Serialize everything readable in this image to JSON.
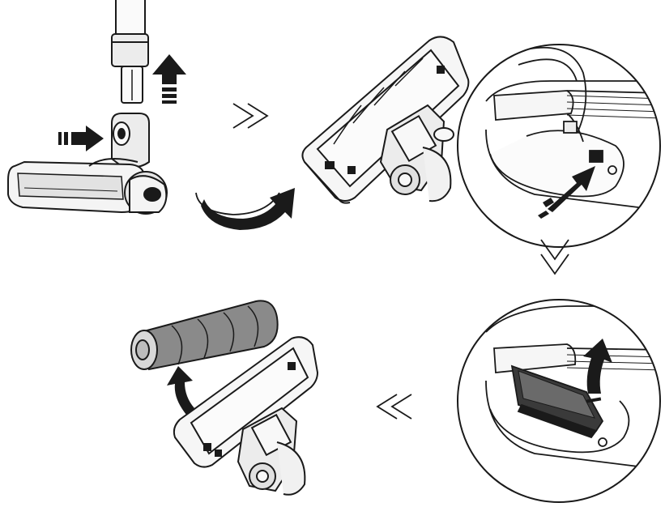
{
  "figure": {
    "steps": [
      {
        "id": "detach-tube",
        "text": ""
      },
      {
        "id": "flip-head",
        "text": ""
      },
      {
        "id": "press-release-latch",
        "text": ""
      },
      {
        "id": "lift-cover",
        "text": ""
      },
      {
        "id": "remove-brush-roll",
        "text": ""
      }
    ]
  },
  "colors": {
    "line": "#1a1a1a",
    "body_light": "#f2f2f2",
    "body_mid": "#dcdcdc",
    "brush_roll": "#8a8a8a",
    "arrow": "#1a1a1a",
    "background": "#ffffff"
  },
  "icons": [
    "arrow-up-icon",
    "arrow-right-icon",
    "chevron-double-right-icon",
    "curved-arrow-icon",
    "chevron-double-down-icon",
    "chevron-double-left-icon"
  ]
}
